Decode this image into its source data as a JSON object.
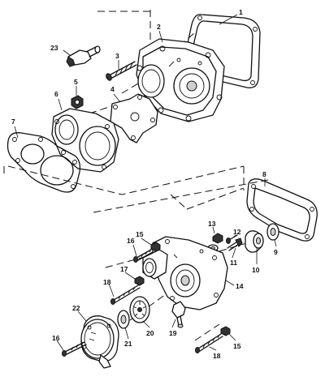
{
  "callouts": [
    {
      "id": "c1",
      "text": "1"
    },
    {
      "id": "c2",
      "text": "2"
    },
    {
      "id": "c3",
      "text": "3"
    },
    {
      "id": "c4",
      "text": "4"
    },
    {
      "id": "c5",
      "text": "5"
    },
    {
      "id": "c6",
      "text": "6"
    },
    {
      "id": "c7",
      "text": "7"
    },
    {
      "id": "c8",
      "text": "8"
    },
    {
      "id": "c9",
      "text": "9"
    },
    {
      "id": "c10",
      "text": "10"
    },
    {
      "id": "c11",
      "text": "11"
    },
    {
      "id": "c12",
      "text": "12"
    },
    {
      "id": "c13",
      "text": "13"
    },
    {
      "id": "c14",
      "text": "14"
    },
    {
      "id": "c15a",
      "text": "15"
    },
    {
      "id": "c15b",
      "text": "15"
    },
    {
      "id": "c16a",
      "text": "16"
    },
    {
      "id": "c16b",
      "text": "16"
    },
    {
      "id": "c17",
      "text": "17"
    },
    {
      "id": "c18a",
      "text": "18"
    },
    {
      "id": "c18b",
      "text": "18"
    },
    {
      "id": "c19",
      "text": "19"
    },
    {
      "id": "c20",
      "text": "20"
    },
    {
      "id": "c21",
      "text": "21"
    },
    {
      "id": "c22",
      "text": "22"
    },
    {
      "id": "c23",
      "text": "23"
    }
  ]
}
